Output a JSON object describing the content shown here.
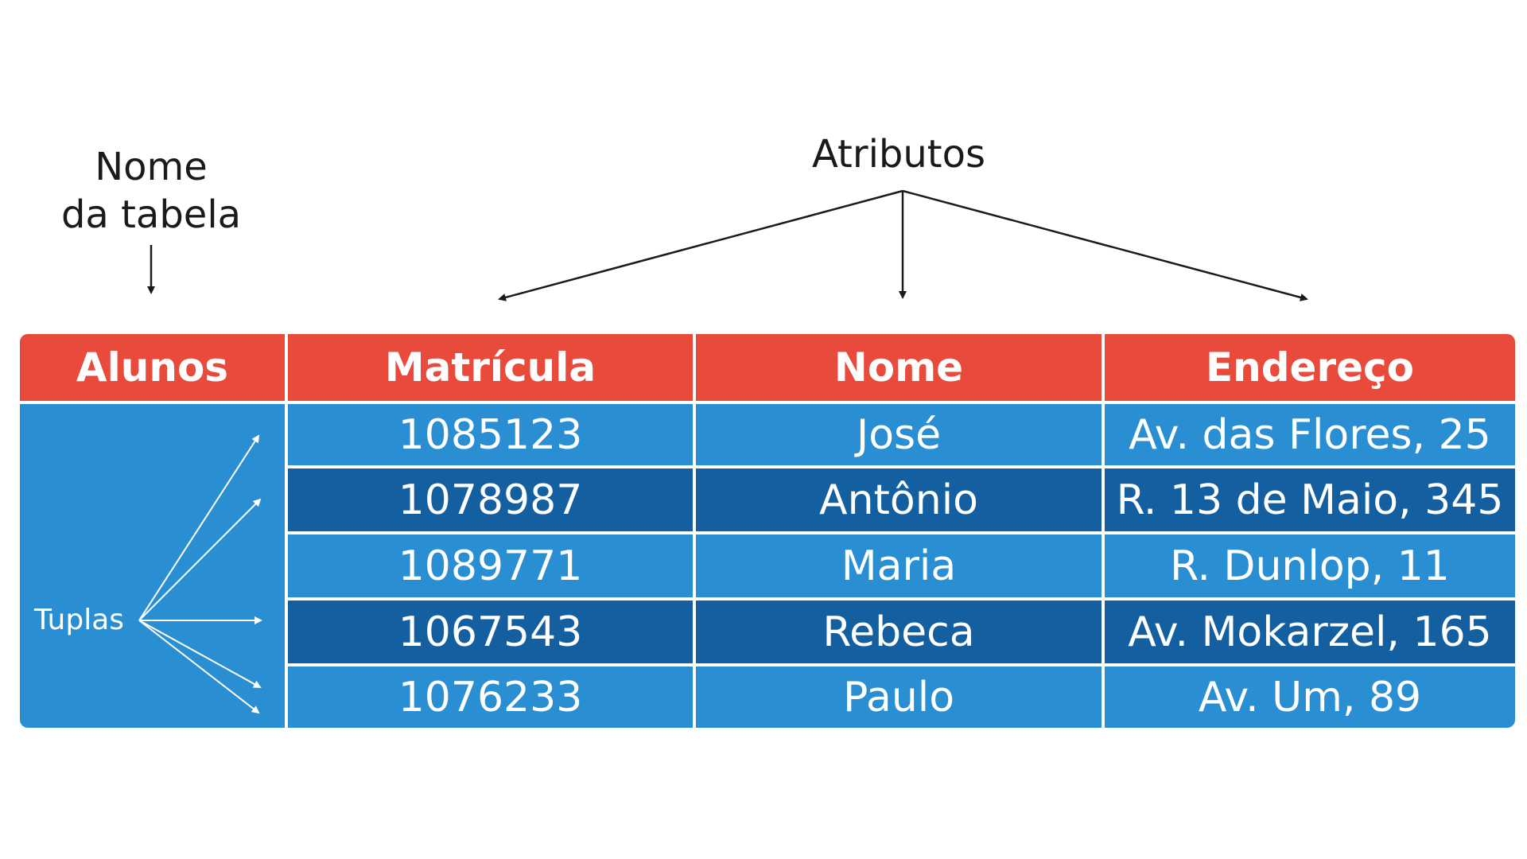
{
  "labels": {
    "table_name_label": "Nome\nda tabela",
    "attributes_label": "Atributos",
    "tuples_label": "Tuplas"
  },
  "table": {
    "name": "Alunos",
    "columns": [
      "Matrícula",
      "Nome",
      "Endereço"
    ],
    "rows": [
      {
        "matricula": "1085123",
        "nome": "José",
        "endereco": "Av. das Flores, 25",
        "shade": "light"
      },
      {
        "matricula": "1078987",
        "nome": "Antônio",
        "endereco": "R. 13 de Maio, 345",
        "shade": "dark"
      },
      {
        "matricula": "1089771",
        "nome": "Maria",
        "endereco": "R. Dunlop, 11",
        "shade": "light"
      },
      {
        "matricula": "1067543",
        "nome": "Rebeca",
        "endereco": "Av. Mokarzel, 165",
        "shade": "dark"
      },
      {
        "matricula": "1076233",
        "nome": "Paulo",
        "endereco": "Av. Um, 89",
        "shade": "light"
      }
    ]
  },
  "colors": {
    "header": "#e84a3c",
    "row_light": "#2a8fd2",
    "row_dark": "#135f9f",
    "text_on_table": "#ffffff",
    "annotation_text": "#1a1a1a"
  }
}
